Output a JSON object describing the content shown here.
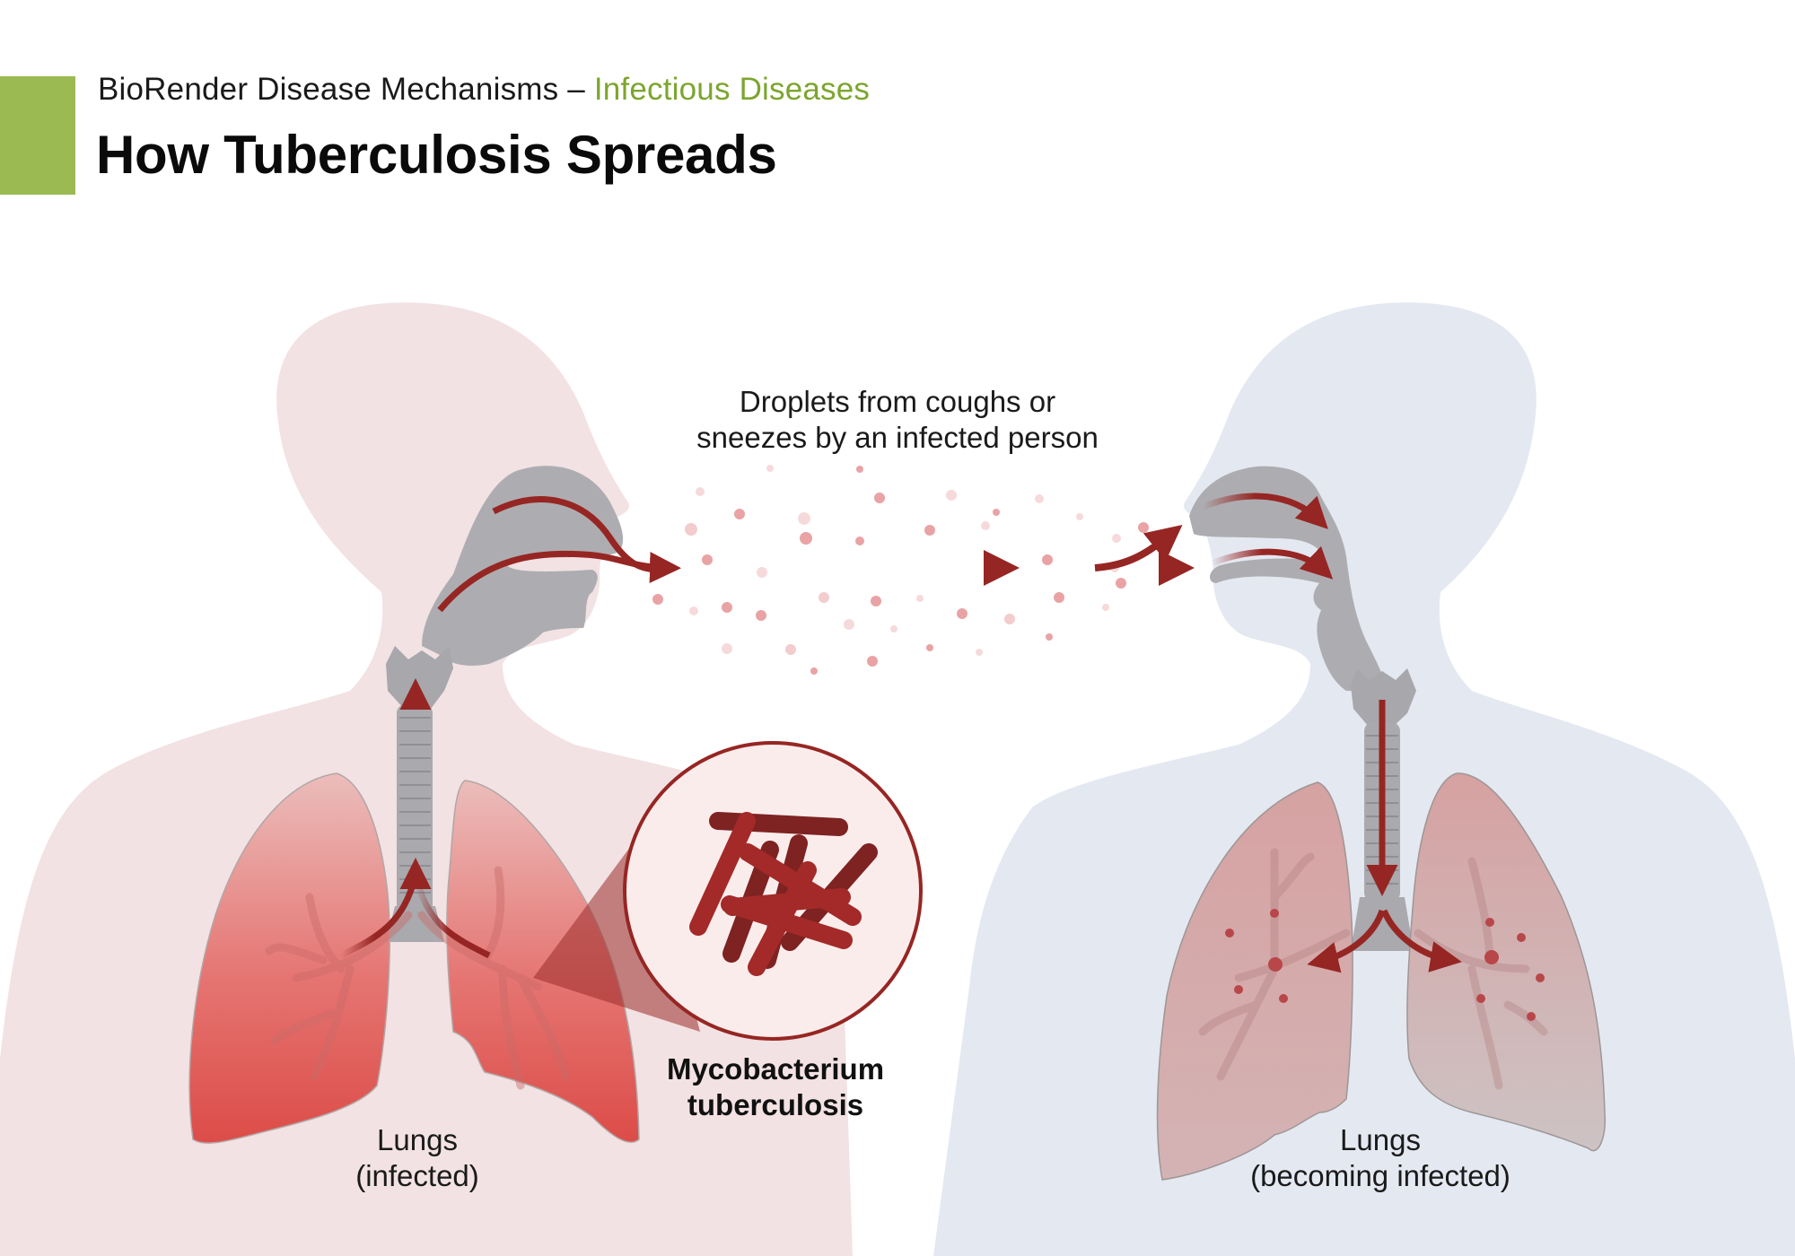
{
  "header": {
    "series": "BioRender Disease Mechanisms",
    "separator": " – ",
    "category": "Infectious Diseases",
    "title": "How Tuberculosis Spreads"
  },
  "colors": {
    "accent_bar": "#9bbb52",
    "category_text": "#7ca52e",
    "infected_body": "#f2e2e3",
    "healthy_body": "#e4e8f1",
    "airway_gray": "#a9a9ae",
    "arrow_red": "#962623",
    "infected_lung": "#df5450",
    "infecting_lung": "#cf9e9e",
    "droplet": "#e9a3a5",
    "inset_fill": "#fbecec",
    "inset_stroke": "#962623",
    "bacterium": "#9e2a28"
  },
  "labels": {
    "droplets_line1": "Droplets from coughs or",
    "droplets_line2": "sneezes by an infected person",
    "left_lungs_line1": "Lungs",
    "left_lungs_line2": "(infected)",
    "right_lungs_line1": "Lungs",
    "right_lungs_line2": "(becoming infected)",
    "pathogen_line1": "Mycobacterium",
    "pathogen_line2": "tuberculosis"
  },
  "figures": [
    {
      "role": "infected-person",
      "facing": "right"
    },
    {
      "role": "exposed-person",
      "facing": "left"
    }
  ]
}
